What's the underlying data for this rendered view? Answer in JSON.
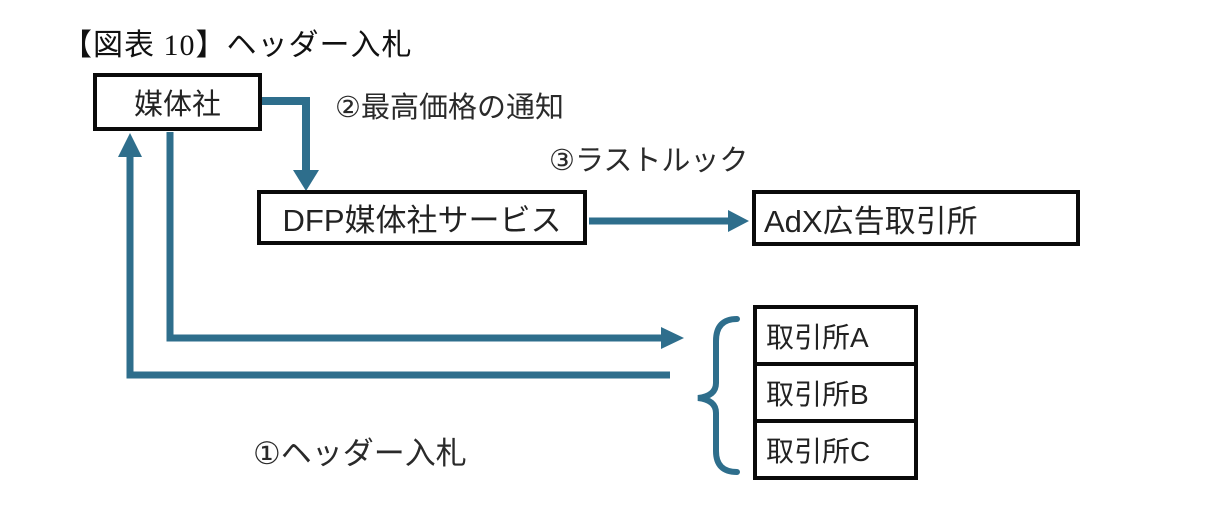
{
  "colors": {
    "accent": "#2e6e8c",
    "box_border": "#0a0a0a"
  },
  "title": "【図表 10】ヘッダー入札",
  "nodes": {
    "publisher": {
      "label": "媒体社"
    },
    "dfp": {
      "label": "DFP媒体社サービス"
    },
    "adx": {
      "label": "AdX広告取引所"
    },
    "exchanges": [
      {
        "label": "取引所A"
      },
      {
        "label": "取引所B"
      },
      {
        "label": "取引所C"
      }
    ]
  },
  "annotations": {
    "step1": "①ヘッダー入札",
    "step2": "②最高価格の通知",
    "step3": "③ラストルック"
  }
}
